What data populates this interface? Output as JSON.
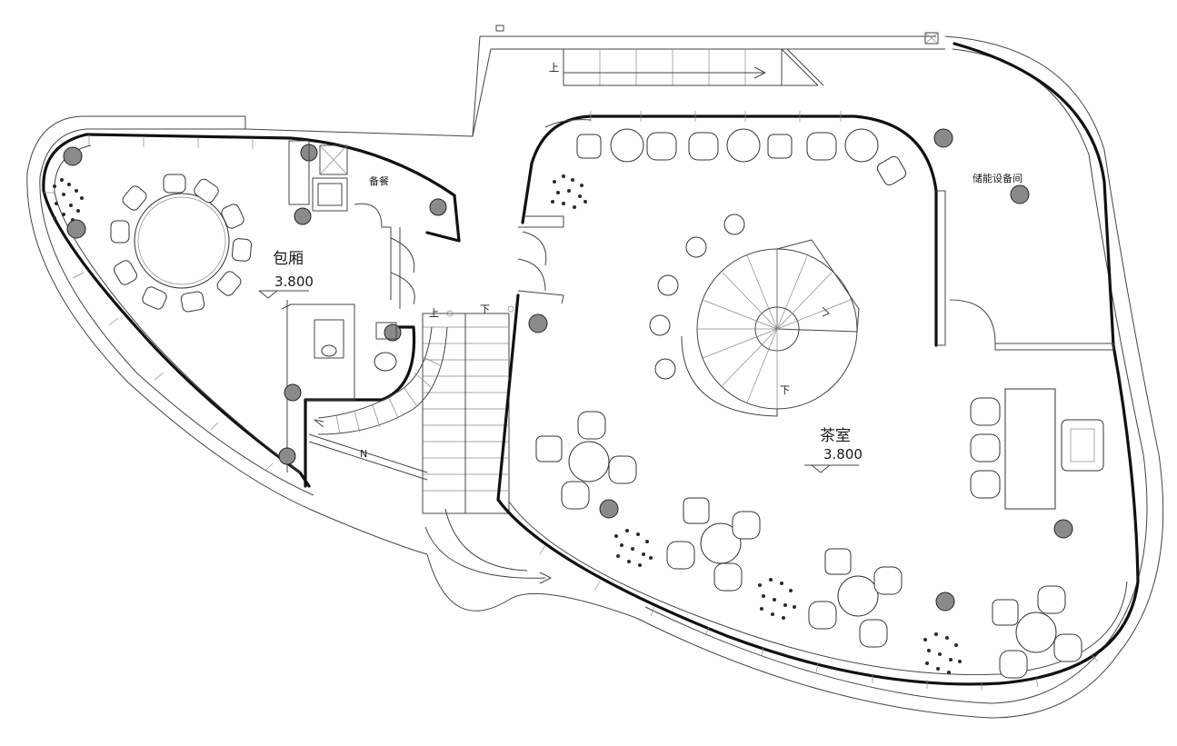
{
  "labels": {
    "private_room": "包厢",
    "private_room_elevation": "3.800",
    "tea_room": "茶室",
    "tea_room_elevation": "3.800",
    "pantry": "备餐",
    "storage_room": "储能设备间",
    "stair_up_left": "上",
    "stair_down_left": "下",
    "stair_up_top": "上",
    "spiral_down": "下",
    "stair_marker": "N"
  },
  "colors": {
    "wall": "#111111",
    "line": "#444444",
    "column_fill": "#8a8a8a",
    "shrub": "#2a2a2a",
    "background": "#ffffff"
  }
}
